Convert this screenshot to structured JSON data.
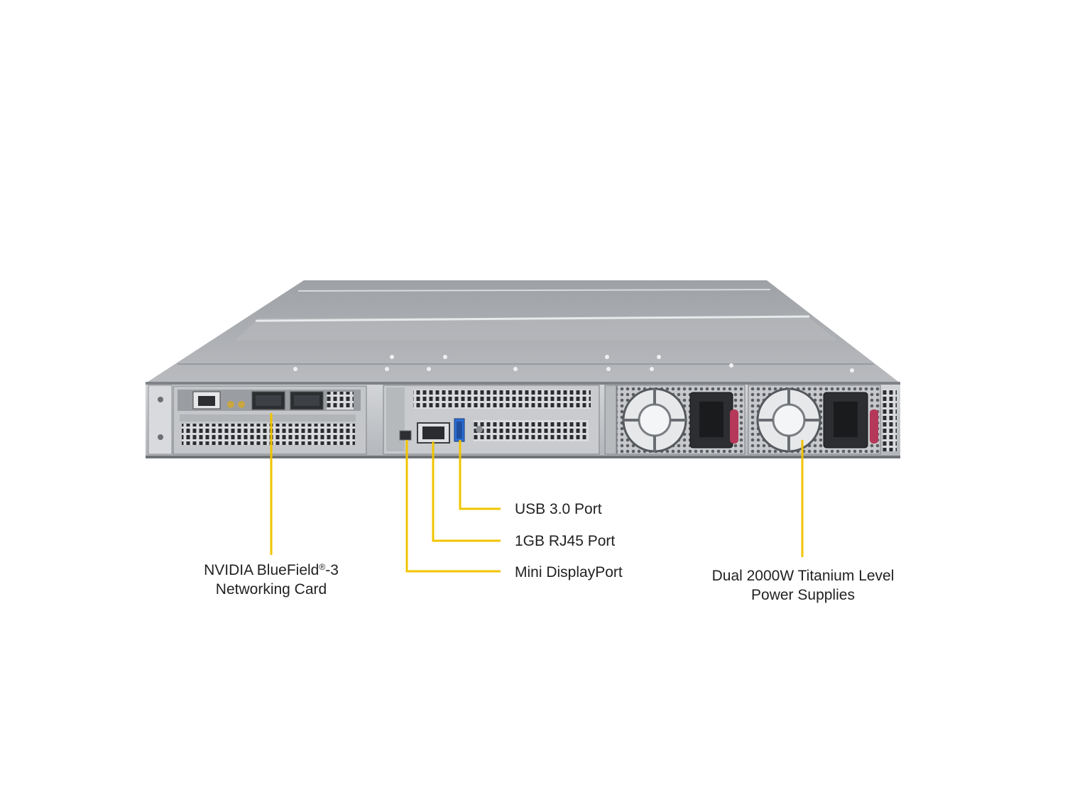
{
  "colors": {
    "background": "#ffffff",
    "callout_line": "#f2c400",
    "label_text": "#222222",
    "chassis_top": "#a7aaae",
    "chassis_face": "#c9cbce",
    "handle": "#b5385a"
  },
  "icons": [
    "server-chassis",
    "rj45-port-icon",
    "usb-port-icon",
    "displayport-icon",
    "psu-fan-icon",
    "power-inlet-icon"
  ],
  "callouts": {
    "bluefield": {
      "line1_pre": "NVIDIA BlueField",
      "reg": "®",
      "line1_post": "-3",
      "line2": "Networking Card"
    },
    "usb": {
      "text": "USB 3.0 Port"
    },
    "rj45": {
      "text": "1GB RJ45 Port"
    },
    "displayport": {
      "text": "Mini DisplayPort"
    },
    "psu": {
      "line1": "Dual 2000W Titanium Level",
      "line2": "Power Supplies"
    }
  }
}
